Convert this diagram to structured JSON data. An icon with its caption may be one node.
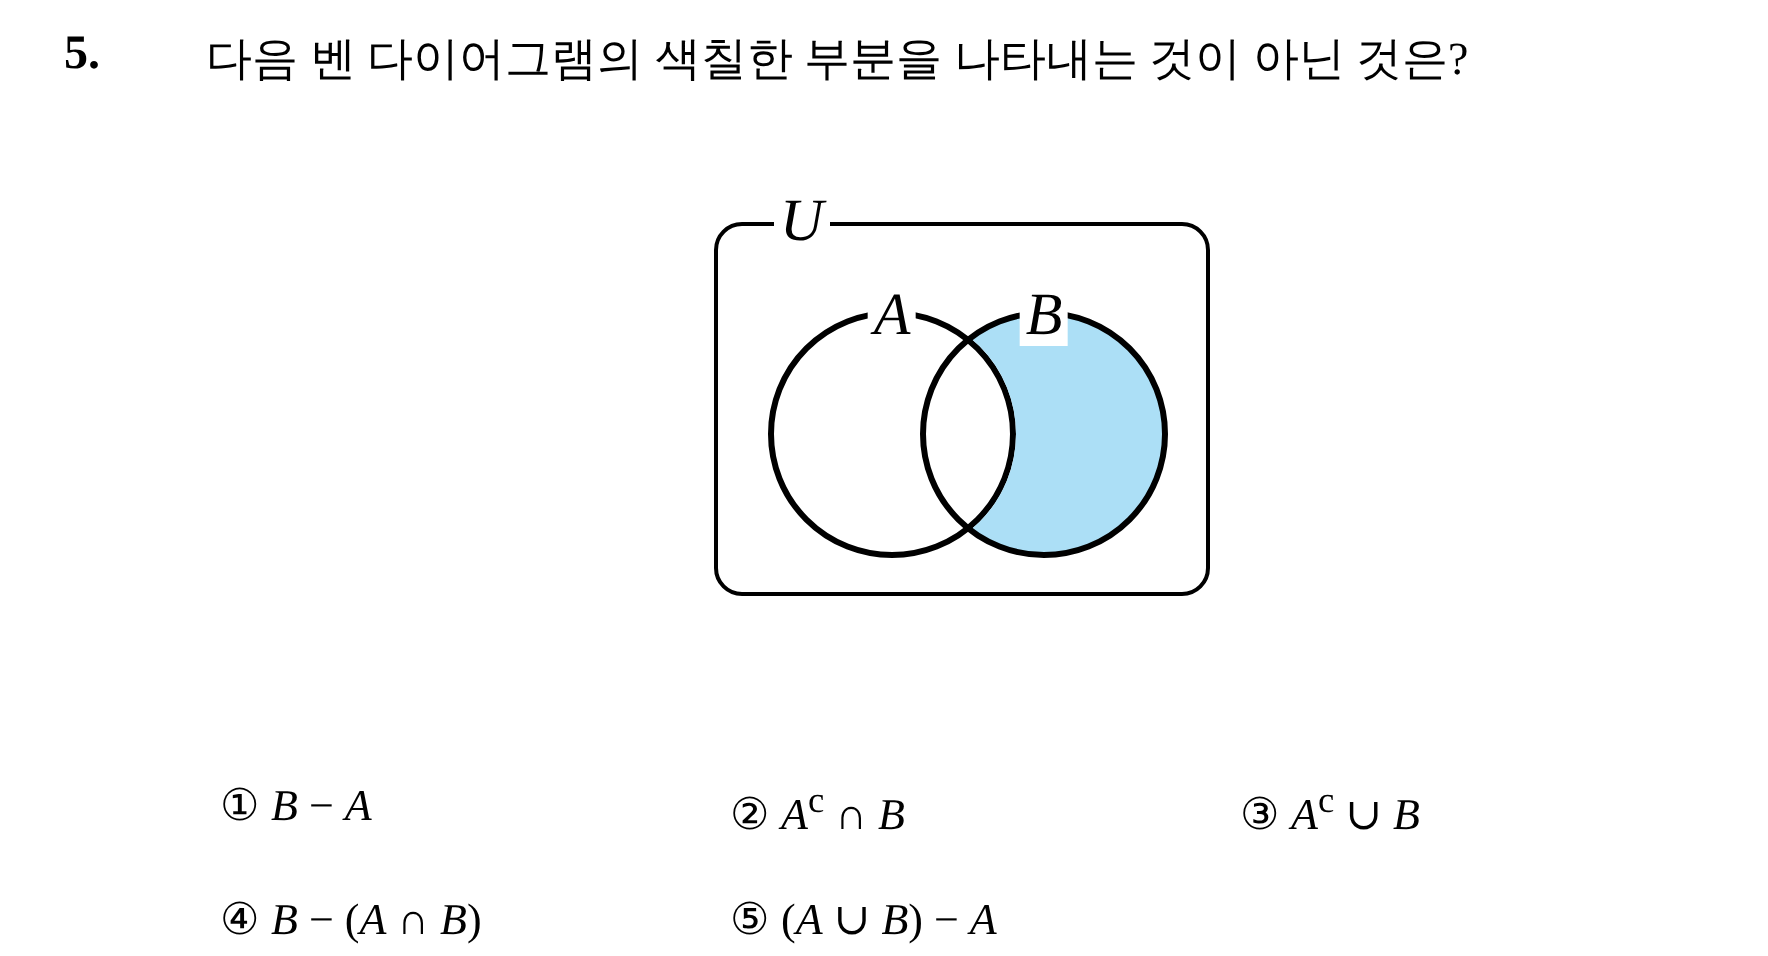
{
  "diagram": {
    "title": "다음 벤 다이어그램의 색칠한 부분을 나타내는 것이 아닌 것은?",
    "nodes": [
      {
        "text": [
          "*U*"
        ]
      },
      {
        "text": [
          "*A*"
        ],
        "in": 0
      },
      {
        "text": [
          "*B*"
        ],
        "in": 0
      }
    ],
    "edges": [],
    "labels": [
      "5.",
      "① *B* − *A*",
      "② *A*$^{c}$ ∩ *B*",
      "③ *A*$^{c}$ ∪ *B*",
      "④ *B* − (*A* ∩ *B*)",
      "⑤ (*A* ∪ *B*) − *A*"
    ]
  }
}
